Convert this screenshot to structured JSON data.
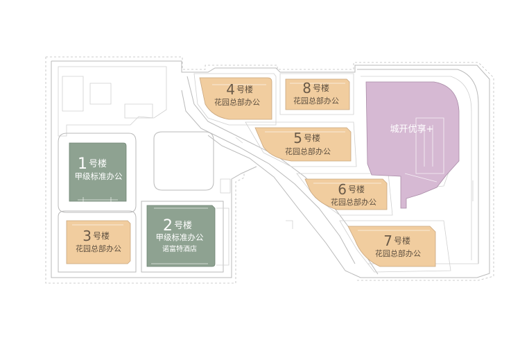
{
  "buildings": [
    {
      "id": "b1",
      "number": "1",
      "suffix": "号楼",
      "lines": [
        "甲级标准办公"
      ],
      "color": "#8ea291",
      "theme": "green"
    },
    {
      "id": "b2",
      "number": "2",
      "suffix": "号楼",
      "lines": [
        "甲级标准办公",
        "诺富特酒店"
      ],
      "color": "#8ea291",
      "theme": "green"
    },
    {
      "id": "b3",
      "number": "3",
      "suffix": "号楼",
      "lines": [
        "花园总部办公"
      ],
      "color": "#f1cd9f",
      "theme": "orange"
    },
    {
      "id": "b4",
      "number": "4",
      "suffix": "号楼",
      "lines": [
        "花园总部办公"
      ],
      "color": "#f1cd9f",
      "theme": "orange"
    },
    {
      "id": "b5",
      "number": "5",
      "suffix": "号楼",
      "lines": [
        "花园总部办公"
      ],
      "color": "#f1cd9f",
      "theme": "orange"
    },
    {
      "id": "b6",
      "number": "6",
      "suffix": "号楼",
      "lines": [
        "花园总部办公"
      ],
      "color": "#f1cd9f",
      "theme": "orange"
    },
    {
      "id": "b7",
      "number": "7",
      "suffix": "号楼",
      "lines": [
        "花园总部办公"
      ],
      "color": "#f1cd9f",
      "theme": "orange"
    },
    {
      "id": "b8",
      "number": "8",
      "suffix": "号楼",
      "lines": [
        "花园总部办公"
      ],
      "color": "#f1cd9f",
      "theme": "orange"
    }
  ],
  "mall": {
    "label": "城开优享+",
    "color": "#d6b9d3"
  }
}
